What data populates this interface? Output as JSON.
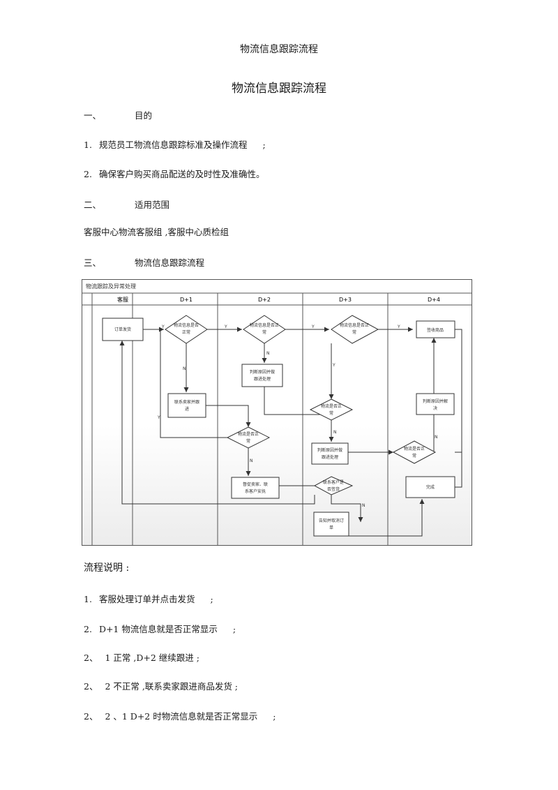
{
  "running_title": "物流信息跟踪流程",
  "doc_title": "物流信息跟踪流程",
  "sections": {
    "purpose": {
      "num": "一、",
      "title": "目的"
    },
    "scope": {
      "num": "二、",
      "title": "适用范围"
    },
    "flow": {
      "num": "三、",
      "title": "物流信息跟踪流程"
    }
  },
  "purpose_items": [
    {
      "num": "1.",
      "text": "规范员工物流信息跟踪标准及操作流程",
      "tail": ";"
    },
    {
      "num": "2.",
      "text": "确保客户购买商品配送的及时性及准确性。"
    }
  ],
  "scope_text": "客服中心物流客服组  ,客服中心质检组",
  "flowchart": {
    "title": "物流跟踪及异常处理",
    "lanes": [
      "客服",
      "D+1",
      "D+2",
      "D+3",
      "D+4"
    ],
    "nodes": {
      "order_ship": "订单发货",
      "d1_check": [
        "物流信息是否",
        "正常"
      ],
      "contact_seller": [
        "联系卖家并跟",
        "进"
      ],
      "d2_check": [
        "物流信息是否正",
        "常"
      ],
      "judge_d2": [
        "判断原因并做",
        "跟进处理"
      ],
      "d2_check_b": [
        "物流是否正",
        "常"
      ],
      "urge_seller": [
        "督促卖家、联",
        "系客户安抚"
      ],
      "d3_check": [
        "物流信息是否正",
        "常"
      ],
      "d3_check_b": [
        "物流是否正",
        "常"
      ],
      "judge_d3": [
        "判断原因并做",
        "跟进处理"
      ],
      "contact_customer": [
        "联系客户是",
        "否签货"
      ],
      "cancel_order": [
        "告知并取消订",
        "单"
      ],
      "sign_goods": "签收商品",
      "judge_d4": [
        "判断原因并解",
        "决"
      ],
      "d4_check": [
        "物流是否正",
        "常"
      ],
      "complete": "完成"
    },
    "labels": {
      "yes": "Y",
      "no": "N"
    }
  },
  "notes_head": "流程说明 :",
  "notes": [
    {
      "num": "1.",
      "text": "客服处理订单并点击发货",
      "tail": ";"
    },
    {
      "num": "2.",
      "text": "D+1   物流信息就是否正常显示",
      "tail": ";"
    },
    {
      "num": "2、",
      "text": "1  正常 ,D+2   继续跟进 ;"
    },
    {
      "num": "2、",
      "text": "2  不正常 ,联系卖家跟进商品发货 ;"
    },
    {
      "num": "2、",
      "text": "2  、1  D+2  时物流信息就是否正常显示",
      "tail": ";"
    }
  ]
}
